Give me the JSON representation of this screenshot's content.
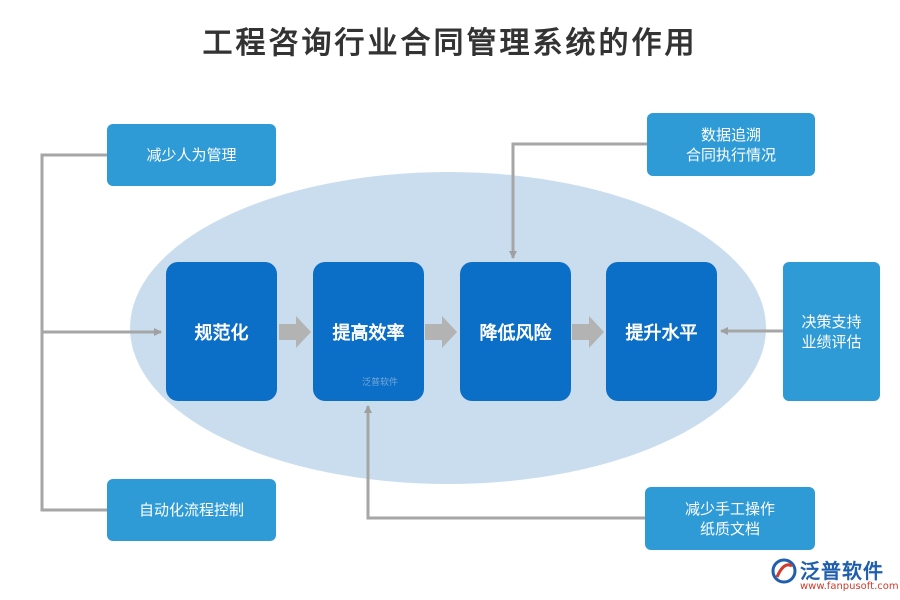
{
  "title": "工程咨询行业合同管理系统的作用",
  "main_steps": [
    "规范化",
    "提高效率",
    "降低风险",
    "提升水平"
  ],
  "left_inputs": [
    "减少人为管理",
    "自动化流程控制"
  ],
  "data_trace": {
    "line1": "数据追溯",
    "line2": "合同执行情况"
  },
  "decision": {
    "line1": "决策支持",
    "line2": "业绩评估"
  },
  "manual": {
    "line1": "减少手工操作",
    "line2": "纸质文档"
  },
  "watermark": "泛普软件",
  "logo": {
    "name": "泛普软件",
    "url": "www.fanpusoft.com"
  },
  "colors": {
    "main_box": "#0c6fc7",
    "side_box": "#2f9bd6",
    "ellipse": "#c9ddee",
    "connector": "#9e9e9e"
  }
}
